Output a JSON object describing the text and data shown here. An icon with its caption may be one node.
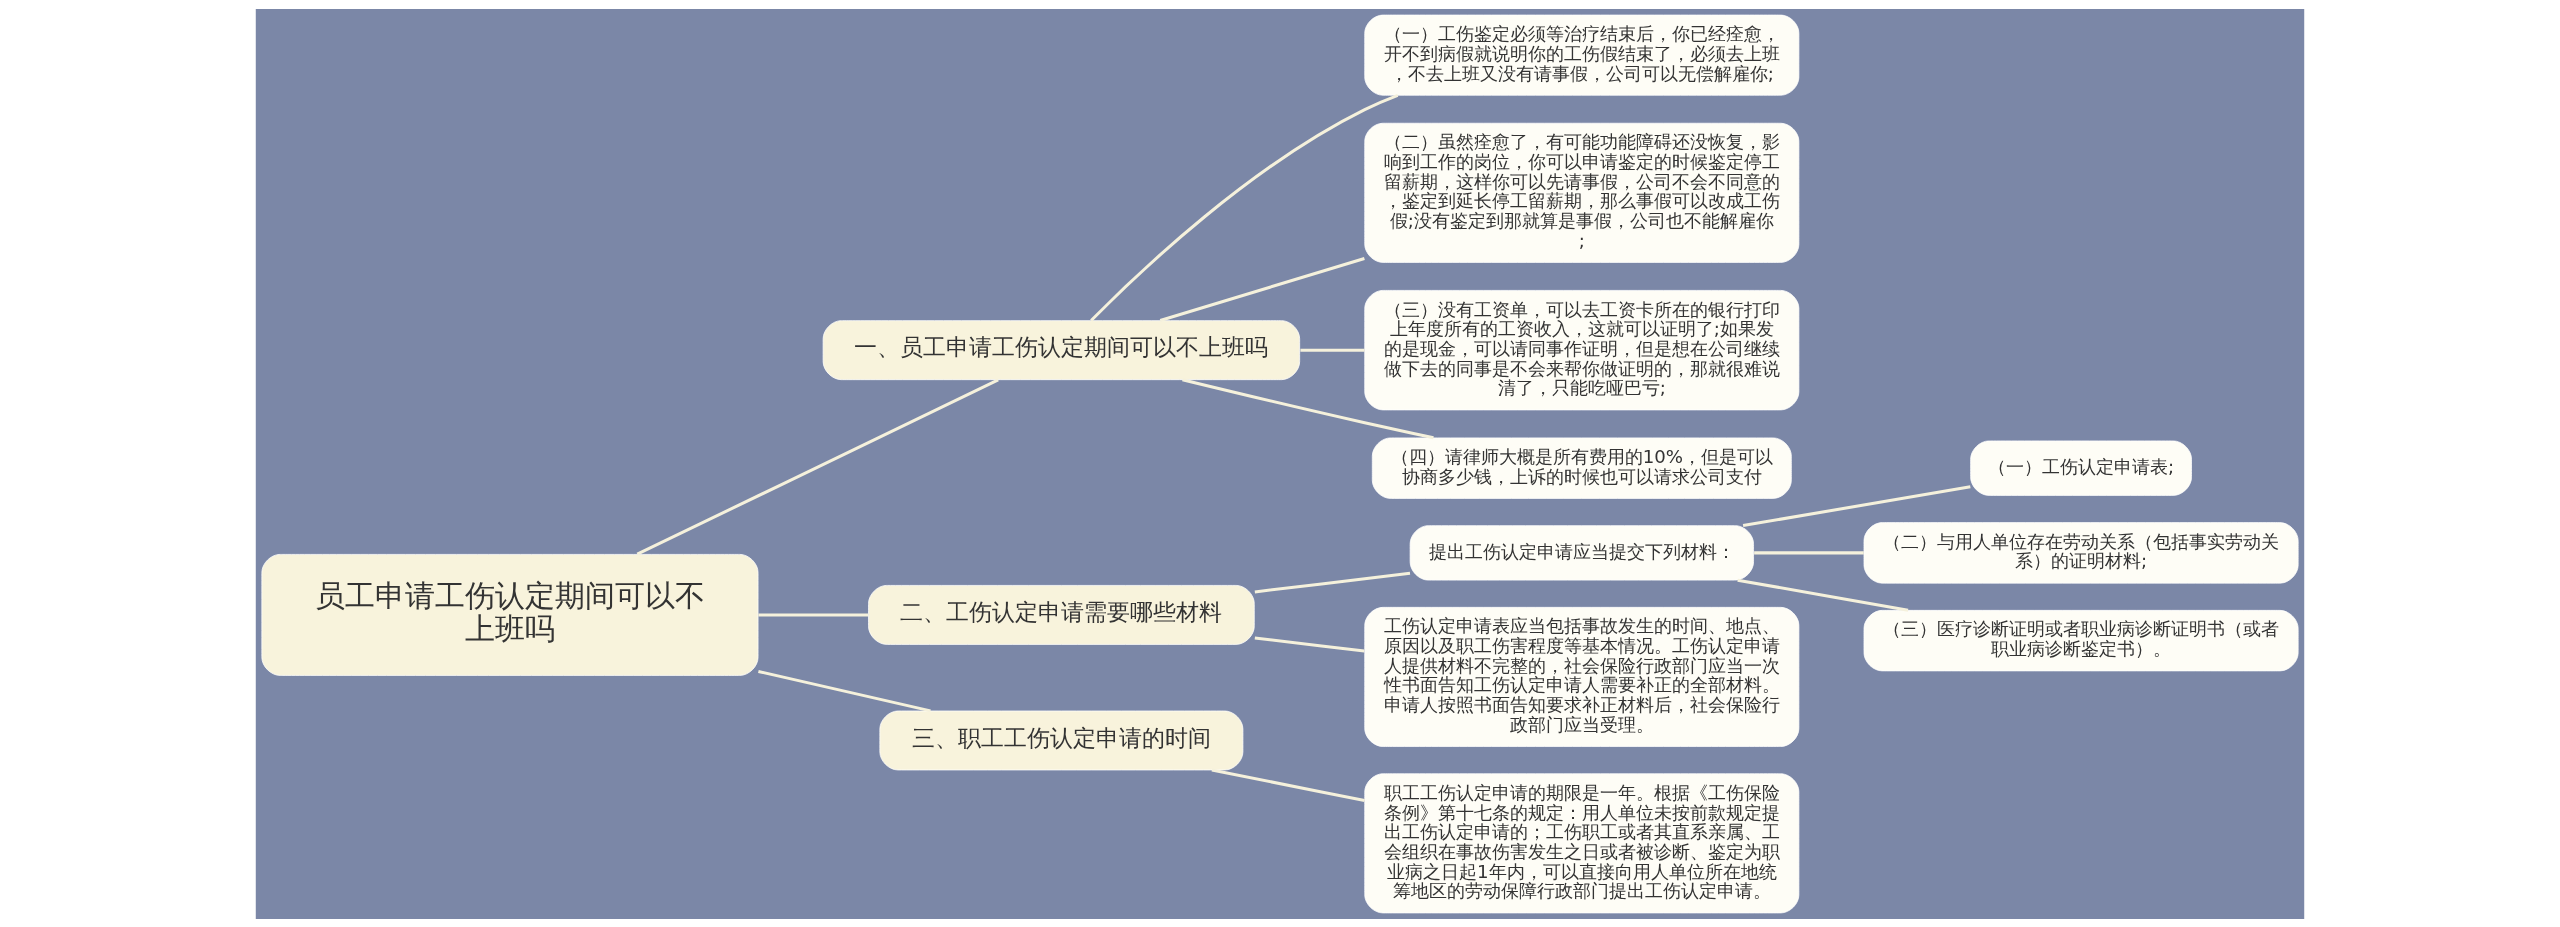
{
  "diagram": {
    "nodes": [
      {
        "text": [
          "员工申请工伤认定期间可以不上班吗"
        ]
      },
      {
        "text": [
          "一、员工申请工伤认定期间可以不上班吗"
        ]
      },
      {
        "text": [
          "（一）工伤鉴定必须等治疗结束后，你已经痊愈，开不到病假就说明你的工伤假结束了，必须去上班，不去上班又没有请事假，公司可以无偿解雇你;"
        ]
      },
      {
        "text": [
          "（二）虽然痊愈了，有可能功能障碍还没恢复，影响到工作的岗位，你可以申请鉴定的时候鉴定停工留薪期，这样你可以先请事假，公司不会不同意的，鉴定到延长停工留薪期，那么事假可以改成工伤假;没有鉴定到那就算是事假，公司也不能解雇你;"
        ]
      },
      {
        "text": [
          "（三）没有工资单，可以去工资卡所在的银行打印上年度所有的工资收入，这就可以证明了;如果发的是现金，可以请同事作证明，但是想在公司继续做下去的同事是不会来帮你做证明的，那就很难说清了，只能吃哑巴亏;"
        ]
      },
      {
        "text": [
          "（四）请律师大概是所有费用的10%，但是可以协商多少钱，上诉的时候也可以请求公司支付"
        ]
      },
      {
        "text": [
          "二、工伤认定申请需要哪些材料"
        ]
      },
      {
        "text": [
          "提出工伤认定申请应当提交下列材料："
        ]
      },
      {
        "text": [
          "（一）工伤认定申请表;"
        ]
      },
      {
        "text": [
          "（二）与用人单位存在劳动关系（包括事实劳动关系）的证明材料;"
        ]
      },
      {
        "text": [
          "（三）医疗诊断证明或者职业病诊断证明书（或者职业病诊断鉴定书）。"
        ]
      },
      {
        "text": [
          "工伤认定申请表应当包括事故发生的时间、地点、原因以及职工伤害程度等基本情况。工伤认定申请人提供材料不完整的，社会保险行政部门应当一次性书面告知工伤认定申请人需要补正的全部材料。申请人按照书面告知要求补正材料后，社会保险行政部门应当受理。"
        ]
      },
      {
        "text": [
          "三、职工工伤认定申请的时间"
        ]
      },
      {
        "text": [
          "职工工伤认定申请的期限是一年。根据《工伤保险条例》第十七条的规定：用人单位未按前款规定提出工伤认定申请的；工伤职工或者其直系亲属、工会组织在事故伤害发生之日或者被诊断、鉴定为职业病之日起1年内，可以直接向用人单位所在地统筹地区的劳动保障行政部门提出工伤认定申请。"
        ]
      }
    ],
    "edges": [
      {
        "from": 0,
        "to": 1,
        "arrow": "none"
      },
      {
        "from": 1,
        "to": 2,
        "arrow": "none"
      },
      {
        "from": 1,
        "to": 3,
        "arrow": "none"
      },
      {
        "from": 1,
        "to": 4,
        "arrow": "none"
      },
      {
        "from": 1,
        "to": 5,
        "arrow": "none"
      },
      {
        "from": 0,
        "to": 6,
        "arrow": "none"
      },
      {
        "from": 6,
        "to": 7,
        "arrow": "none"
      },
      {
        "from": 7,
        "to": 8,
        "arrow": "none"
      },
      {
        "from": 7,
        "to": 9,
        "arrow": "none"
      },
      {
        "from": 7,
        "to": 10,
        "arrow": "none"
      },
      {
        "from": 6,
        "to": 11,
        "arrow": "none"
      },
      {
        "from": 0,
        "to": 12,
        "arrow": "none"
      },
      {
        "from": 12,
        "to": 13,
        "arrow": "none"
      }
    ]
  }
}
